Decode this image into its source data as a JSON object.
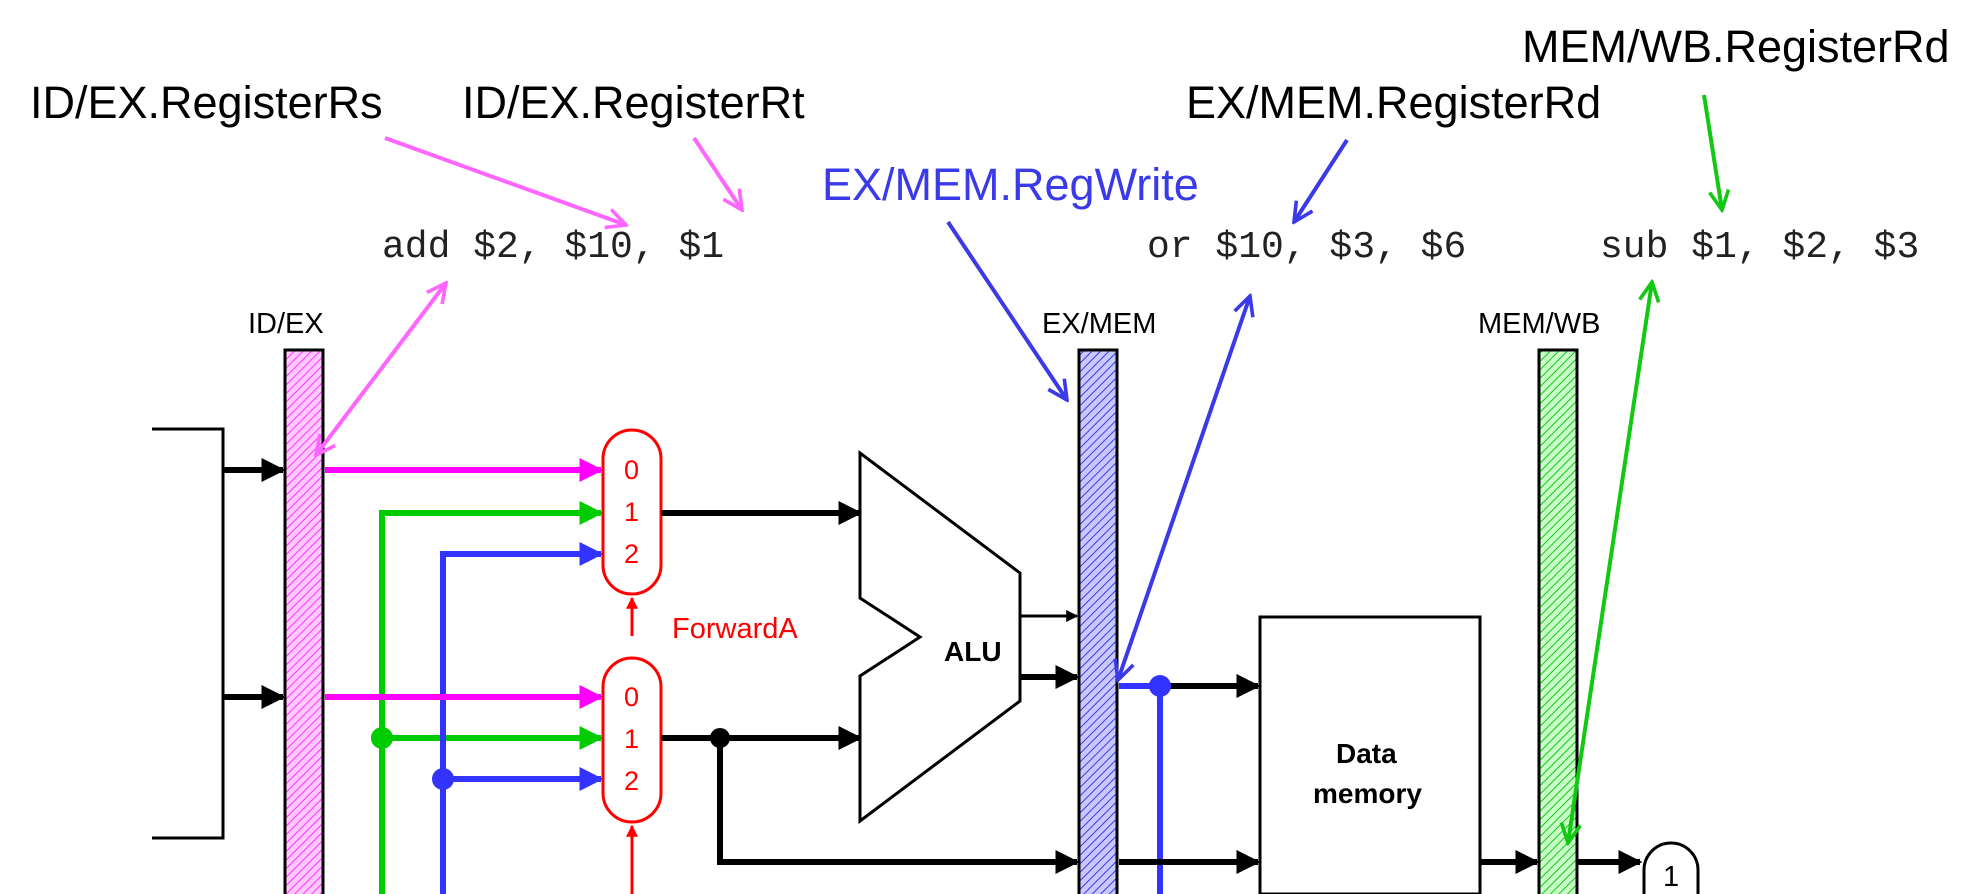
{
  "callouts": {
    "id_ex_rs": "ID/EX.RegisterRs",
    "id_ex_rt": "ID/EX.RegisterRt",
    "ex_mem_rd": "EX/MEM.RegisterRd",
    "mem_wb_rd": "MEM/WB.RegisterRd",
    "ex_mem_regwrite": "EX/MEM.RegWrite"
  },
  "instructions": {
    "ex": "add $2, $10, $1",
    "mem": "or $10, $3, $6",
    "wb": "sub $1, $2, $3"
  },
  "registers": {
    "id_ex": "ID/EX",
    "ex_mem": "EX/MEM",
    "mem_wb": "MEM/WB"
  },
  "mux_inputs": [
    "0",
    "1",
    "2"
  ],
  "controls": {
    "forward_a": "ForwardA"
  },
  "units": {
    "alu": "ALU",
    "data_memory_line1": "Data",
    "data_memory_line2": "memory",
    "wb_mux_input": "1"
  },
  "colors": {
    "id_ex_highlight": "#ff44ff",
    "ex_mem_highlight": "#3a3ae8",
    "mem_wb_highlight": "#12c812",
    "rs_arrow": "#ff66ff",
    "control": "#ff0000",
    "wire": "#000000"
  }
}
